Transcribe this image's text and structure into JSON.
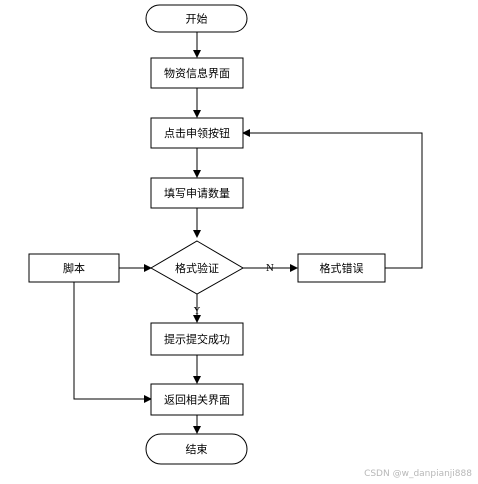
{
  "nodes": {
    "start": "开始",
    "material_info": "物资信息界面",
    "click_apply": "点击申领按钮",
    "fill_quantity": "填写申请数量",
    "format_check": "格式验证",
    "script": "脚本",
    "format_error": "格式错误",
    "submit_success": "提示提交成功",
    "return_page": "返回相关界面",
    "end": "结束"
  },
  "edge_labels": {
    "no": "N",
    "yes": "Y"
  },
  "watermark": "CSDN @w_danpianji888"
}
